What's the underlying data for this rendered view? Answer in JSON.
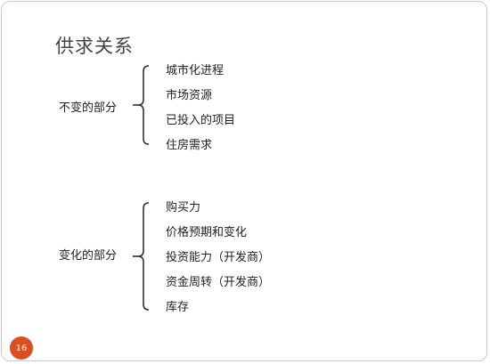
{
  "title": "供求关系",
  "groups": [
    {
      "label": "不变的部分",
      "items": [
        "城市化进程",
        "市场资源",
        "已投入的项目",
        "住房需求"
      ]
    },
    {
      "label": "变化的部分",
      "items": [
        "购买力",
        "价格预期和变化",
        "投资能力（开发商）",
        "资金周转（开发商）",
        "库存"
      ]
    }
  ],
  "slide_number": "16",
  "colors": {
    "accent": "#d9501e",
    "text": "#222222",
    "border": "#c9c9c9"
  }
}
